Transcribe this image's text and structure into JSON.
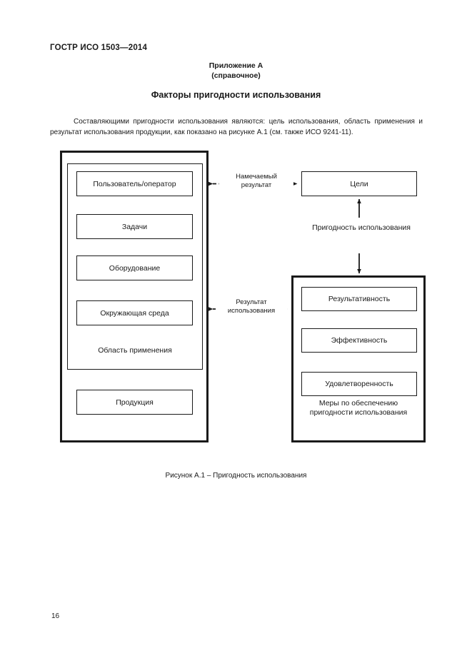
{
  "document": {
    "standard_header": "ГОСТР ИСО 1503—2014",
    "annex_title": "Приложение А",
    "annex_subtitle": "(справочное)",
    "section_title": "Факторы пригодности использования",
    "paragraph": "Составляющими пригодности использования являются: цель использования, область применения и результат использования продукции, как показано на рисунке А.1 (см. также ИСО 9241-11).",
    "figure_caption": "Рисунок А.1 – Пригодность использования",
    "page_number": "16"
  },
  "diagram": {
    "left_group": {
      "inner_boxes": [
        {
          "label": "Пользователь/оператор"
        },
        {
          "label": "Задачи"
        },
        {
          "label": "Оборудование"
        },
        {
          "label": "Окружающая среда"
        }
      ],
      "inner_caption": "Область применения",
      "outer_box": {
        "label": "Продукция"
      }
    },
    "goals_box": {
      "label": "Цели"
    },
    "right_group": {
      "boxes": [
        {
          "label": "Результативность"
        },
        {
          "label": "Эффективность"
        },
        {
          "label": "Удовлетворенность"
        }
      ],
      "caption_line1": "Меры по обеспечению",
      "caption_line2": "пригодности использования"
    },
    "edges": [
      {
        "name": "intended-result",
        "line1": "Намечаемый",
        "line2": "результат",
        "style": "dashed",
        "heads": "both"
      },
      {
        "name": "usage-result",
        "line1": "Результат",
        "line2": "использования",
        "style": "solid",
        "heads": "both"
      },
      {
        "name": "usability",
        "line1": "Пригодность использования",
        "line2": "",
        "style": "solid",
        "heads": "both-vertical"
      }
    ]
  },
  "colors": {
    "ink": "#1a1a1a",
    "paper": "#ffffff"
  }
}
